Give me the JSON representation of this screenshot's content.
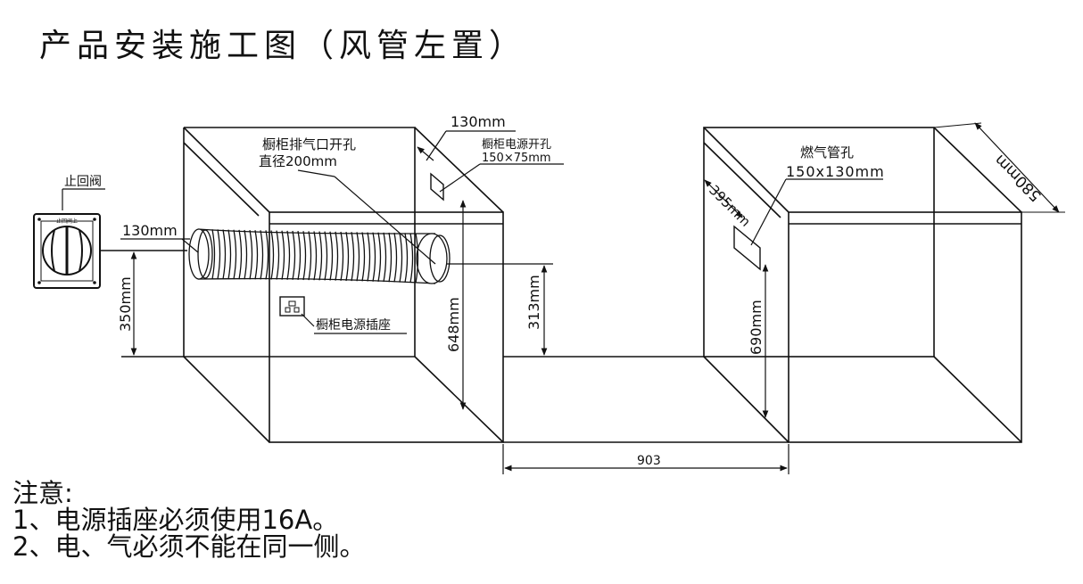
{
  "title": "产品安装施工图（风管左置）",
  "labels": {
    "check_valve": "止回阀",
    "valve_marking": "止回阀上",
    "duct_dim_left": "130mm",
    "exhaust_hole_line1": "橱柜排气口开孔",
    "exhaust_hole_line2": "直径200mm",
    "top_dim": "130mm",
    "power_hole_line1": "橱柜电源开孔",
    "power_hole_line2": "150×75mm",
    "socket_label": "橱柜电源插座",
    "gas_hole_line1": "燃气管孔",
    "gas_hole_line2": "150x130mm",
    "dim_395": "395mm",
    "dim_580": "580mm",
    "dim_350": "350mm",
    "dim_648": "648mm",
    "dim_313": "313mm",
    "dim_690": "690mm",
    "dim_903": "903"
  },
  "notes": {
    "heading": "注意:",
    "line1": "1、电源插座必须使用16A。",
    "line2": "2、电、气必须不能在同一侧。"
  }
}
